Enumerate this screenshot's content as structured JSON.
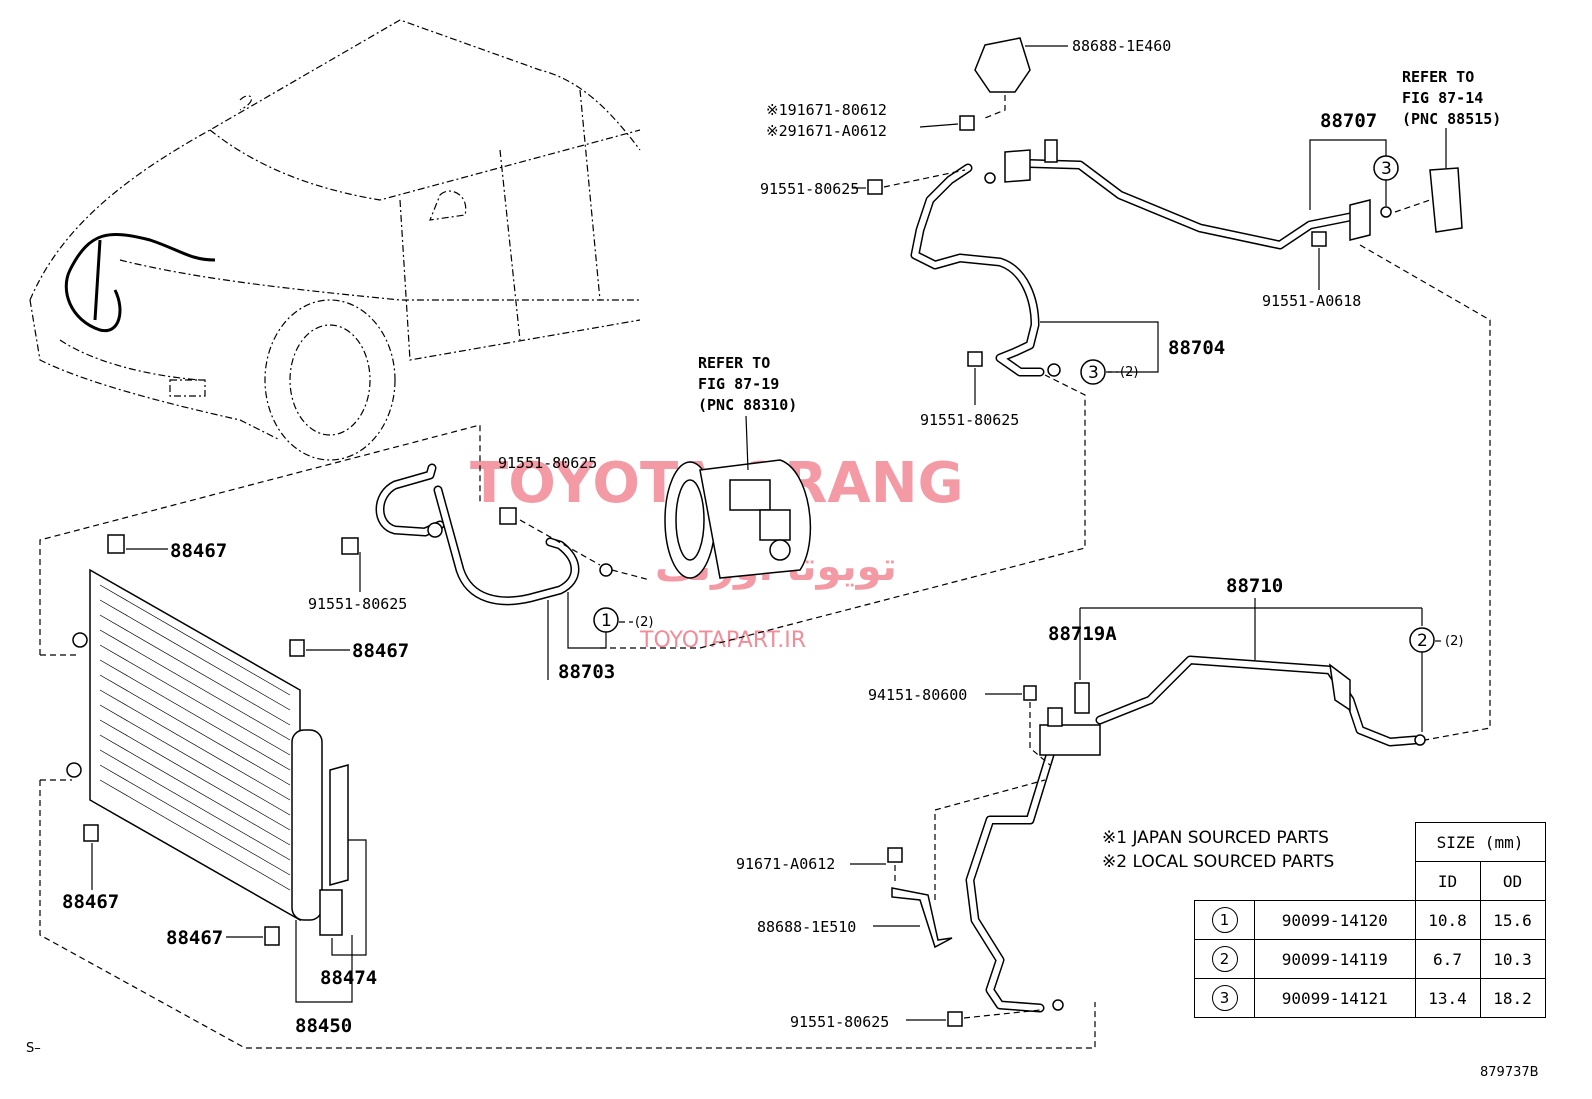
{
  "watermark": {
    "brand": "TOYOTA ORANG",
    "persian": "تویوتا اورنگ",
    "site": "TOYOTAPART.IR"
  },
  "labels": {
    "p88688_1E460": "88688-1E460",
    "p91671_80612": "※191671-80612",
    "p91671_A0612_top": "※291671-A0612",
    "p91551_80625_a": "91551-80625",
    "ref_87_14_l1": "REFER TO",
    "ref_87_14_l2": "FIG 87-14",
    "ref_87_14_l3": "(PNC 88515)",
    "p88707": "88707",
    "p91551_A0618": "91551-A0618",
    "p88704": "88704",
    "p91551_80625_b": "91551-80625",
    "ref_87_19_l1": "REFER TO",
    "ref_87_19_l2": "FIG 87-19",
    "ref_87_19_l3": "(PNC 88310)",
    "p91551_80625_c": "91551-80625",
    "p91551_80625_d": "91551-80625",
    "p88703": "88703",
    "p88467_a": "88467",
    "p88467_b": "88467",
    "p88467_c": "88467",
    "p88467_d": "88467",
    "p88474": "88474",
    "p88450": "88450",
    "p88710": "88710",
    "p88719A": "88719A",
    "p94151_80600": "94151-80600",
    "p91671_A0612_bot": "91671-A0612",
    "p88688_1E510": "88688-1E510",
    "p91551_80625_e": "91551-80625",
    "qty2": "(2)",
    "corner_s": "S–",
    "figure_no": "879737B"
  },
  "callouts": {
    "c1": "1",
    "c2": "2",
    "c3": "3"
  },
  "notes": {
    "n1": "※1 JAPAN SOURCED PARTS",
    "n2": "※2 LOCAL SOURCED PARTS"
  },
  "size_table": {
    "header": "SIZE (mm)",
    "col_id": "ID",
    "col_od": "OD",
    "rows": [
      {
        "mark": "1",
        "part": "90099-14120",
        "id": "10.8",
        "od": "15.6"
      },
      {
        "mark": "2",
        "part": "90099-14119",
        "id": "6.7",
        "od": "10.3"
      },
      {
        "mark": "3",
        "part": "90099-14121",
        "id": "13.4",
        "od": "18.2"
      }
    ]
  }
}
